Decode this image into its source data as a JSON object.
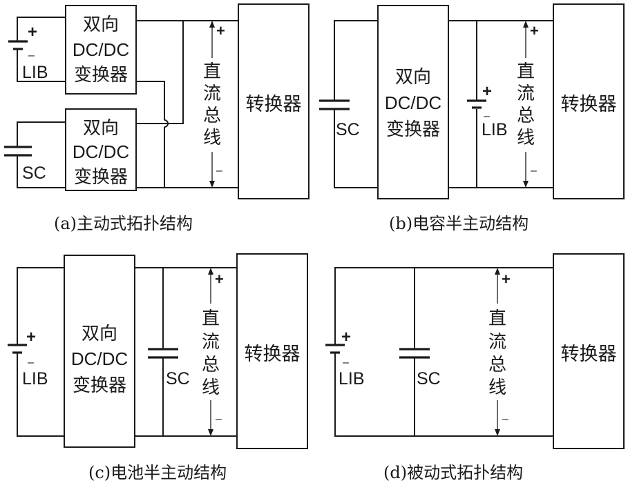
{
  "labels": {
    "bidirectional": "双向",
    "dcdc": "DC/DC",
    "converter_word": "变换器",
    "converter": "转换器",
    "lib": "LIB",
    "sc": "SC",
    "plus": "+",
    "minus": "–",
    "bus_1": "直",
    "bus_2": "流",
    "bus_3": "总",
    "bus_4": "线"
  },
  "captions": {
    "a": "(a)主动式拓扑结构",
    "b": "(b)电容半主动结构",
    "c": "(c)电池半主动结构",
    "d": "(d)被动式拓扑结构"
  }
}
